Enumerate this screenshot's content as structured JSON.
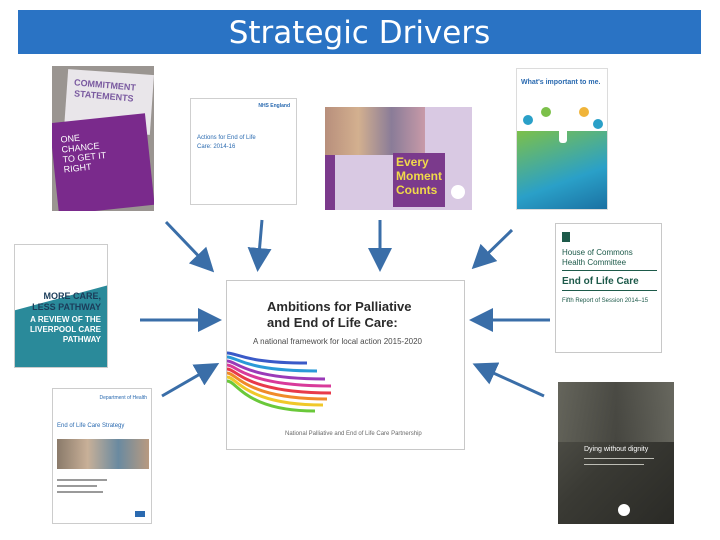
{
  "header": {
    "title": "Strategic Drivers"
  },
  "colors": {
    "title_bar": "#2a73c4",
    "arrow": "#3a6ea8"
  },
  "documents": {
    "commitment": {
      "line1": "COMMITMENT",
      "line2": "STATEMENTS",
      "sub": "ONE CHANCE TO GET IT RIGHT"
    },
    "ambitions_small": {
      "logo": "NHS England",
      "title_line1": "Actions for End of Life",
      "title_line2": "Care: 2014-16"
    },
    "every_moment": {
      "title_line1": "Every",
      "title_line2": "Moment",
      "title_line3": "Counts"
    },
    "whats_important": {
      "title": "What's important to me."
    },
    "more_care": {
      "line1": "MORE CARE,",
      "line2": "LESS PATHWAY",
      "line3": "A REVIEW OF THE",
      "line4": "LIVERPOOL CARE",
      "line5": "PATHWAY"
    },
    "commons": {
      "line1": "House of Commons",
      "line2": "Health Committee",
      "title": "End of Life Care",
      "sub": "Fifth Report of Session 2014–15"
    },
    "ambitions_main": {
      "title_line1": "Ambitions for Palliative",
      "title_line2": "and End of Life Care:",
      "subtitle": "A national framework for local action 2015-2020",
      "footer": "National Palliative and End of Life Care Partnership"
    },
    "strategy": {
      "logo": "Department of Health",
      "title": "End of Life Care Strategy"
    },
    "dying": {
      "title_line1": "Dying without dignity"
    }
  }
}
